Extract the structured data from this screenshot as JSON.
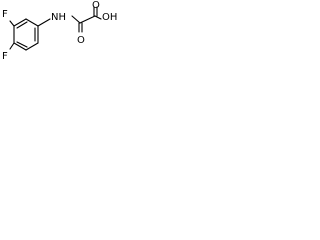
{
  "molecule": {
    "atoms": {
      "fluorine_top": "F",
      "fluorine_bottom": "F",
      "amine": "NH",
      "carbonyl_oxygen_1": "O",
      "carbonyl_oxygen_2": "O",
      "hydroxyl": "OH"
    }
  }
}
